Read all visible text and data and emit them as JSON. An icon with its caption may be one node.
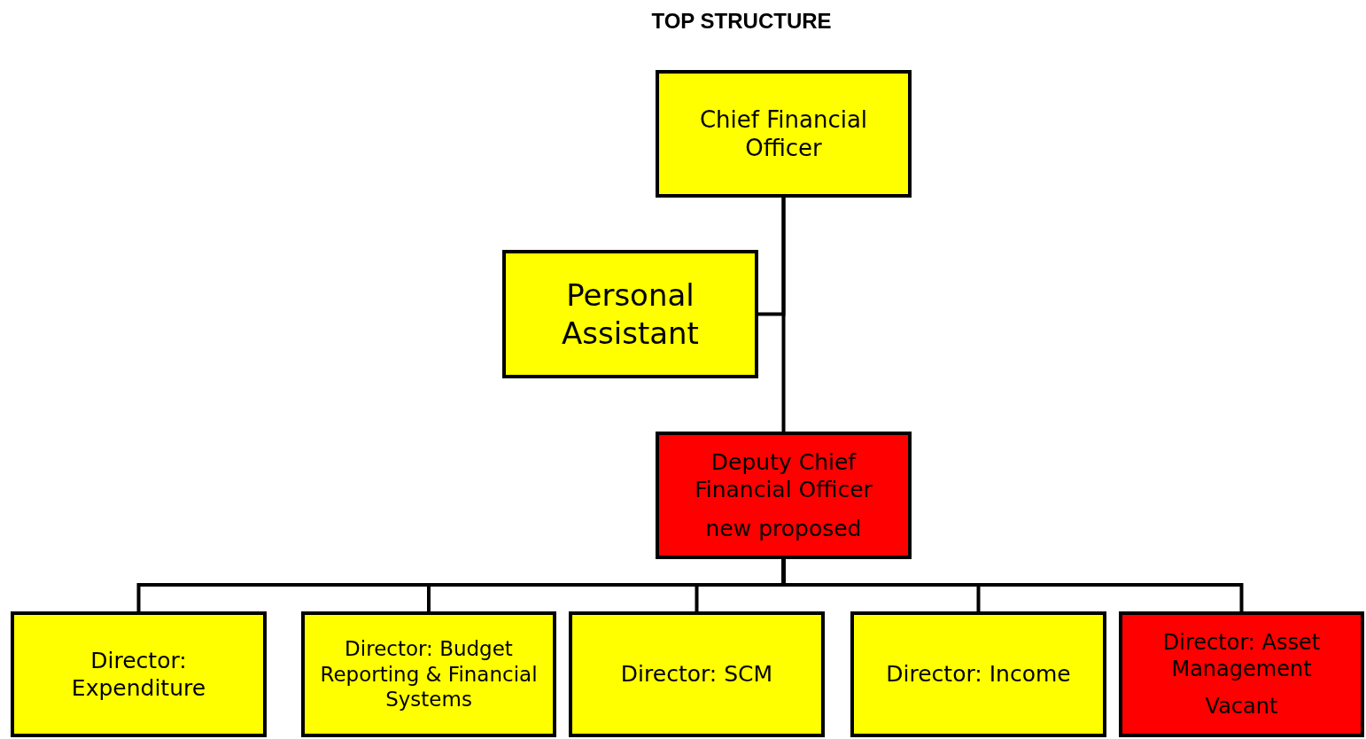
{
  "diagram": {
    "title": "TOP STRUCTURE",
    "nodes": [
      {
        "text": [
          "Chief Financial Officer"
        ]
      },
      {
        "text": [
          "Personal Assistant"
        ]
      },
      {
        "text": [
          "Deputy Chief Financial Officer",
          "new proposed"
        ]
      },
      {
        "text": [
          "Director: Expenditure"
        ]
      },
      {
        "text": [
          "Director: Budget Reporting & Financial Systems"
        ]
      },
      {
        "text": [
          "Director: SCM"
        ]
      },
      {
        "text": [
          "Director: Income"
        ]
      },
      {
        "text": [
          "Director: Asset Management",
          "Vacant"
        ]
      }
    ],
    "edges": [
      {
        "from": 0,
        "to": 2,
        "arrow": "none"
      },
      {
        "from": 0,
        "to": 1,
        "arrow": "none"
      },
      {
        "from": 2,
        "to": 3,
        "arrow": "none"
      },
      {
        "from": 2,
        "to": 4,
        "arrow": "none"
      },
      {
        "from": 2,
        "to": 5,
        "arrow": "none"
      },
      {
        "from": 2,
        "to": 6,
        "arrow": "none"
      },
      {
        "from": 2,
        "to": 7,
        "arrow": "none"
      }
    ]
  }
}
